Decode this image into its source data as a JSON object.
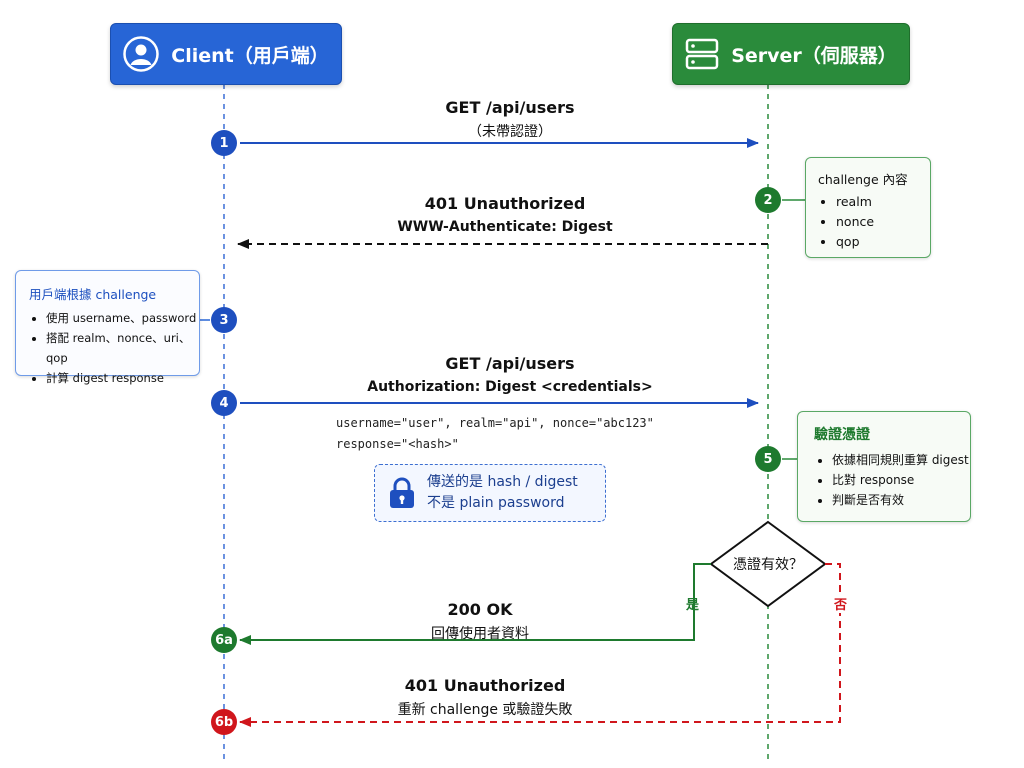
{
  "actors": {
    "client": {
      "label": "Client（用戶端）",
      "icon": "user-icon"
    },
    "server": {
      "label": "Server（伺服器）",
      "icon": "server-icon"
    }
  },
  "steps": {
    "s1": "1",
    "s2": "2",
    "s3": "3",
    "s4": "4",
    "s5": "5",
    "s6a": "6a",
    "s6b": "6b"
  },
  "messages": {
    "m1": {
      "title": "GET /api/users",
      "sub": "（未帶認證）"
    },
    "m2": {
      "title": "401 Unauthorized",
      "sub": "WWW-Authenticate: Digest"
    },
    "m4": {
      "title": "GET /api/users",
      "sub": "Authorization: Digest <credentials>"
    },
    "m6a": {
      "title": "200 OK",
      "sub": "回傳使用者資料"
    },
    "m6b": {
      "title": "401 Unauthorized",
      "sub": "重新 challenge 或驗證失敗"
    }
  },
  "notes": {
    "challenge": {
      "title": "challenge 內容",
      "items": [
        "realm",
        "nonce",
        "qop"
      ]
    },
    "client_compute": {
      "title": "用戶端根據 challenge",
      "items": [
        "使用 username、password",
        "搭配 realm、nonce、uri、qop",
        "計算 digest response"
      ]
    },
    "verify": {
      "title": "驗證憑證",
      "items": [
        "依據相同規則重算 digest",
        "比對 response",
        "判斷是否有效"
      ]
    }
  },
  "code": {
    "line1": "username=\"user\", realm=\"api\", nonce=\"abc123\"",
    "line2": "response=\"<hash>\""
  },
  "hash_note": {
    "line1": "傳送的是 hash / digest",
    "line2": "不是 plain password",
    "icon": "lock-icon"
  },
  "decision": {
    "label": "憑證有效？",
    "yes": "是",
    "no": "否"
  },
  "colors": {
    "client_blue": "#2765d6",
    "server_green": "#2a8b3b",
    "error_red": "#d0161c",
    "request_arrow": "#1e4fbf",
    "success_arrow": "#1e7a2e"
  }
}
